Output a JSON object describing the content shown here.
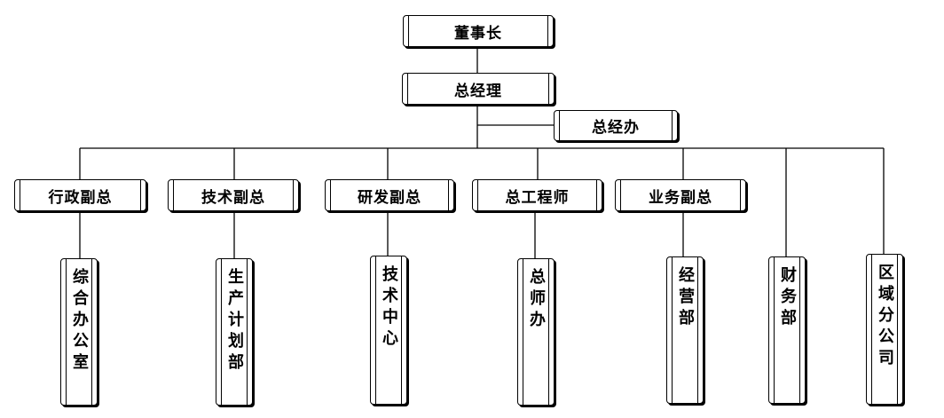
{
  "chart_data": {
    "type": "org-chart",
    "nodes": {
      "chairman": "董事长",
      "general_manager": "总经理",
      "gm_office": "总经办",
      "vp_admin": "行政副总",
      "vp_tech": "技术副总",
      "vp_rnd": "研发副总",
      "chief_engineer": "总工程师",
      "vp_business": "业务副总",
      "general_affairs": "综合办公室",
      "production_planning": "生产计划部",
      "tech_center": "技术中心",
      "engineer_office": "总师办",
      "operations": "经营部",
      "finance": "财务部",
      "regional_branches": "区域分公司"
    },
    "edges": [
      [
        "chairman",
        "general_manager"
      ],
      [
        "general_manager",
        "gm_office"
      ],
      [
        "general_manager",
        "vp_admin"
      ],
      [
        "general_manager",
        "vp_tech"
      ],
      [
        "general_manager",
        "vp_rnd"
      ],
      [
        "general_manager",
        "chief_engineer"
      ],
      [
        "general_manager",
        "vp_business"
      ],
      [
        "general_manager",
        "finance"
      ],
      [
        "general_manager",
        "regional_branches"
      ],
      [
        "vp_admin",
        "general_affairs"
      ],
      [
        "vp_tech",
        "production_planning"
      ],
      [
        "vp_rnd",
        "tech_center"
      ],
      [
        "chief_engineer",
        "engineer_office"
      ],
      [
        "vp_business",
        "operations"
      ]
    ]
  }
}
